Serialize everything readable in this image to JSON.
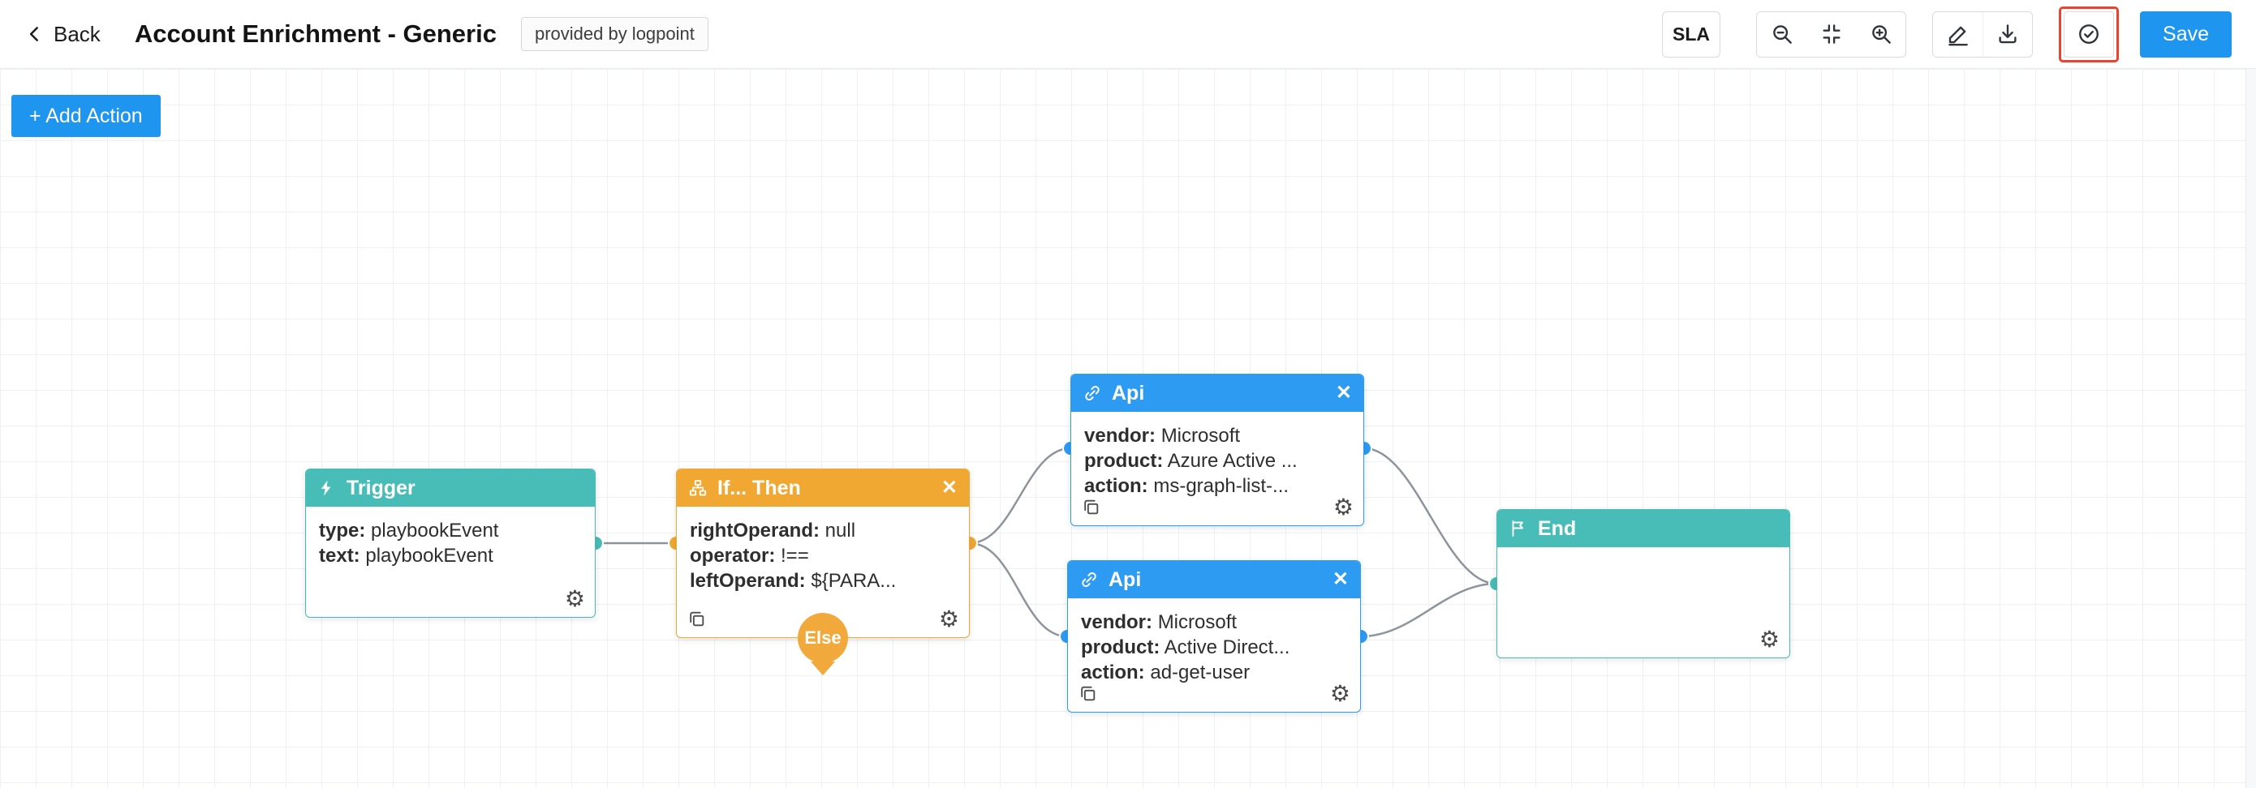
{
  "header": {
    "back_label": "Back",
    "title": "Account Enrichment - Generic",
    "badge": "provided by logpoint",
    "sla_label": "SLA",
    "save_label": "Save",
    "toolbar_icons": [
      "zoom-out",
      "fit-view",
      "zoom-in",
      "edit",
      "download",
      "validate"
    ],
    "validate_highlight_color": "#e8442f"
  },
  "glyphs": {
    "gear": "⚙",
    "close": "✕"
  },
  "canvas": {
    "add_action_label": "+ Add Action",
    "else_label": "Else",
    "colors": {
      "trigger": "#48BDB7",
      "condition": "#F0A832",
      "api": "#2E9BF3",
      "end": "#48BDB7",
      "edge": "#8D949B",
      "accent_blue": "#1E95EF"
    },
    "nodes": [
      {
        "id": "trigger",
        "title": "Trigger",
        "icon": "lightning-icon",
        "fields": [
          {
            "k": "type:",
            "v": "playbookEvent"
          },
          {
            "k": "text:",
            "v": "playbookEvent"
          }
        ]
      },
      {
        "id": "ifthen",
        "title": "If... Then",
        "icon": "branch-icon",
        "fields": [
          {
            "k": "rightOperand:",
            "v": "null"
          },
          {
            "k": "operator:",
            "v": "!=="
          },
          {
            "k": "leftOperand:",
            "v": "${PARA..."
          }
        ]
      },
      {
        "id": "api1",
        "title": "Api",
        "icon": "link-icon",
        "fields": [
          {
            "k": "vendor:",
            "v": "Microsoft"
          },
          {
            "k": "product:",
            "v": "Azure Active ..."
          },
          {
            "k": "action:",
            "v": "ms-graph-list-..."
          }
        ]
      },
      {
        "id": "api2",
        "title": "Api",
        "icon": "link-icon",
        "fields": [
          {
            "k": "vendor:",
            "v": "Microsoft"
          },
          {
            "k": "product:",
            "v": "Active Direct..."
          },
          {
            "k": "action:",
            "v": "ad-get-user"
          }
        ]
      },
      {
        "id": "end",
        "title": "End",
        "icon": "flag-icon",
        "fields": []
      }
    ]
  }
}
